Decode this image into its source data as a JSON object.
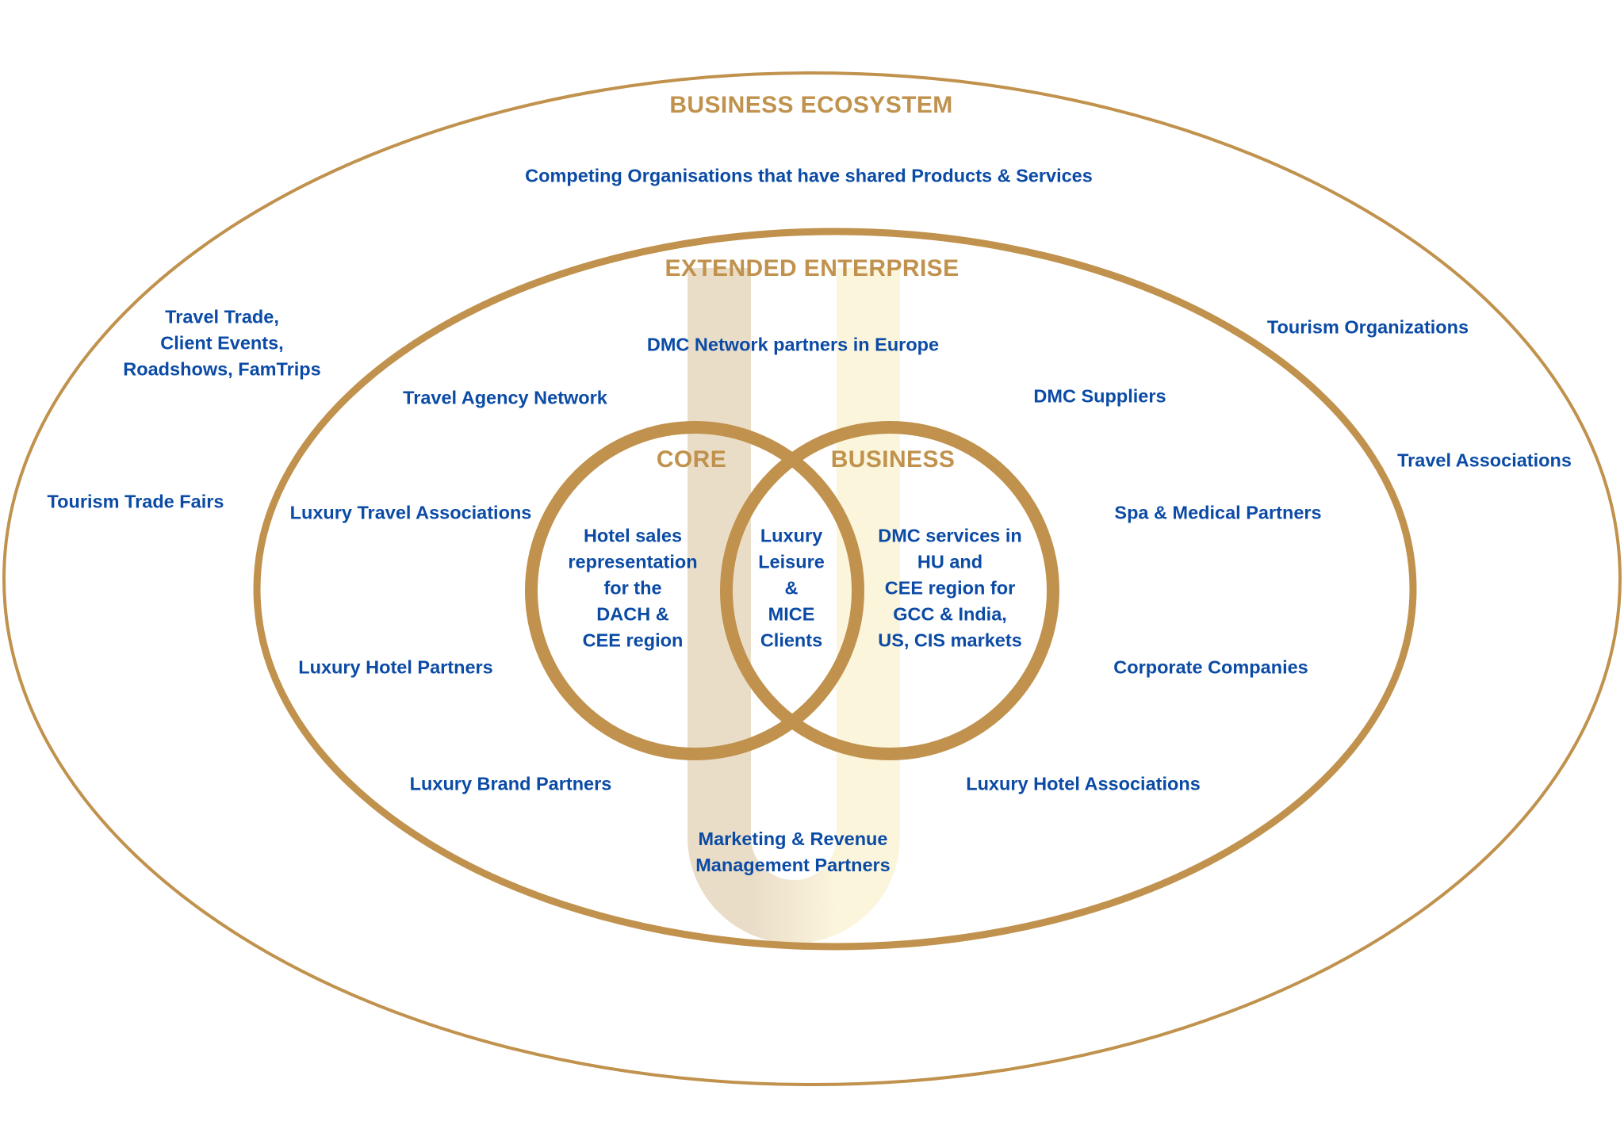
{
  "colors": {
    "gold": "#C0924D",
    "blue": "#0B4BA5",
    "band_left": "#EADDC8",
    "band_right": "#FBF5DC"
  },
  "ecosystem": {
    "title": "BUSINESS ECOSYSTEM",
    "competitors": "Competing Organisations that have shared Products & Services",
    "events": [
      "Travel Trade,",
      "Client Events,",
      "Roadshows, FamTrips"
    ],
    "trade_fairs": "Tourism Trade Fairs",
    "tourism_organizations": "Tourism Organizations",
    "travel_associations": "Travel Associations"
  },
  "extended_enterprise": {
    "title": "EXTENDED ENTERPRISE",
    "dmc_network": "DMC Network partners in Europe",
    "travel_agency_network": "Travel Agency Network",
    "dmc_suppliers": "DMC Suppliers",
    "luxury_travel_associations": "Luxury Travel Associations",
    "spa_medical_partners": "Spa & Medical Partners",
    "luxury_hotel_partners": "Luxury Hotel Partners",
    "corporate_companies": "Corporate Companies",
    "luxury_brand_partners": "Luxury Brand Partners",
    "luxury_hotel_associations": "Luxury Hotel Associations",
    "marketing_partners": [
      "Marketing & Revenue",
      "Management Partners"
    ]
  },
  "core": {
    "title": "CORE",
    "description": [
      "Hotel sales",
      "representation",
      "for the",
      "DACH &",
      "CEE region"
    ]
  },
  "business": {
    "title": "BUSINESS",
    "description": [
      "DMC services in",
      "HU and",
      "CEE region for",
      "GCC & India,",
      "US, CIS markets"
    ]
  },
  "overlap": {
    "description": [
      "Luxury",
      "Leisure",
      "&",
      "MICE",
      "Clients"
    ]
  }
}
